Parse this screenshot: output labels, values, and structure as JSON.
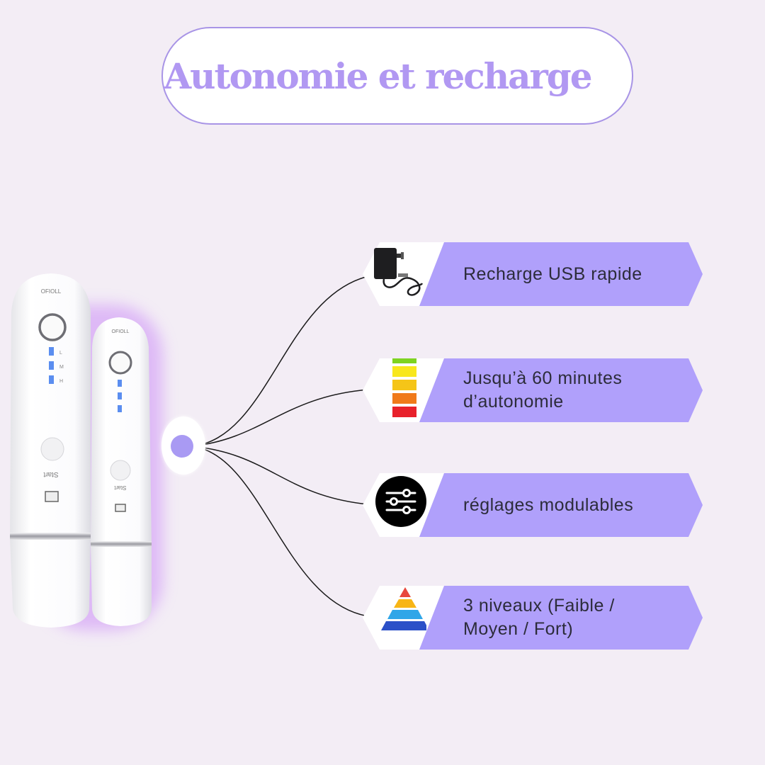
{
  "title": "Autonomie et recharge",
  "colors": {
    "background": "#f3edf5",
    "accent": "#b0a0fb",
    "title": "#b198f2",
    "connector": "#1a1a1a"
  },
  "product_image": {
    "left_device_text": [
      "OFIOLL",
      "Start"
    ],
    "right_device_text": [
      "OFIOLL",
      "Start"
    ],
    "indicator_labels": [
      "L",
      "M",
      "H"
    ]
  },
  "features": [
    {
      "icon": "charger-icon",
      "text": "Recharge USB rapide"
    },
    {
      "icon": "battery-level-icon",
      "text_line1": "Jusqu’à 60 minutes",
      "text_line2": "d’autonomie"
    },
    {
      "icon": "sliders-icon",
      "text": "réglages modulables"
    },
    {
      "icon": "pyramid-icon",
      "text_line1": "3 niveaux (Faible /",
      "text_line2": "Moyen / Fort)"
    }
  ]
}
